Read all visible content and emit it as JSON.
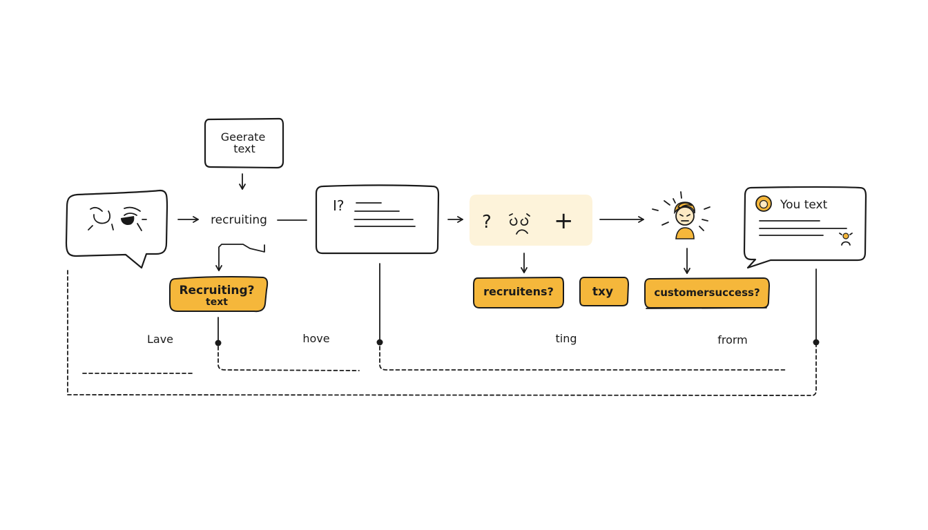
{
  "colors": {
    "ink": "#1a1a1a",
    "accent": "#f5b73b",
    "accent_soft": "#fdf3da",
    "background": "#ffffff"
  },
  "nodes": {
    "generate_box": {
      "line1": "Geerate",
      "line2": "text"
    },
    "recruiting_label": "recruiting",
    "doc_box": {
      "mark": "I?"
    },
    "emotion_box": {
      "question": "?",
      "plus": "+"
    },
    "you_text_box": {
      "title": "You text"
    }
  },
  "tags": {
    "recruiting_tag": {
      "line1": "Recruiting?",
      "line2": "text"
    },
    "recruitens_tag": "recruitens?",
    "txy_tag": "txy",
    "customer_tag": "customersuccess?"
  },
  "timeline": {
    "labels": [
      "Lave",
      "hove",
      "ting",
      "frorm"
    ]
  },
  "icons": {
    "sad_bubble": "sad-eyes-face-icon",
    "sad_face": "frown-face-icon",
    "stressed_person": "stressed-person-icon",
    "avatar": "avatar-icon",
    "small_person": "small-person-icon"
  }
}
